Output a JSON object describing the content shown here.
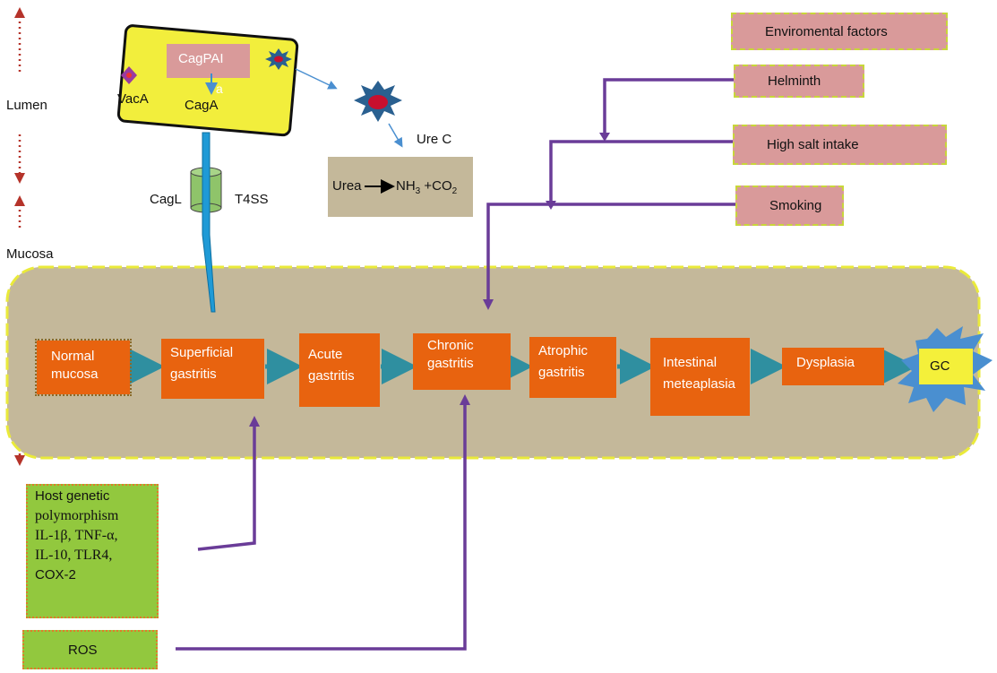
{
  "left_labels": {
    "lumen": "Lumen",
    "mucosa": "Mucosa"
  },
  "bacterium": {
    "cagpai": "CagPAI",
    "vaca": "VacA",
    "caga": "CagA",
    "small_mark": "a",
    "ure_c": "Ure C",
    "cagl": "CagL",
    "t4ss": "T4SS"
  },
  "urea": {
    "left": "Urea",
    "nh": "NH",
    "nh_sub": "3",
    "plus_co": "+CO",
    "co_sub": "2"
  },
  "env_factors": {
    "header": "Enviromental factors",
    "helminth": "Helminth",
    "salt": "High salt intake",
    "smoking": "Smoking"
  },
  "stages": [
    {
      "l1": "Normal",
      "l2": "mucosa"
    },
    {
      "l1": "Superficial",
      "l2": "gastritis"
    },
    {
      "l1": "Acute",
      "l2": "gastritis"
    },
    {
      "l1": "Chronic",
      "l2": "gastritis"
    },
    {
      "l1": "Atrophic",
      "l2": "gastritis"
    },
    {
      "l1": "Intestinal",
      "l2": "meteaplasia"
    },
    {
      "l1": "Dysplasia",
      "l2": ""
    }
  ],
  "gc": "GC",
  "host": {
    "line1": "Host genetic",
    "line2": "polymorphism",
    "line3": "IL-1β, TNF-α,",
    "line4": "IL-10, TLR4,",
    "line5": "COX-2"
  },
  "ros": "ROS",
  "colors": {
    "stage_box": "#e8630f",
    "mucosa_panel": "#c4b89a",
    "panel_border": "#eaea3a",
    "bacterium": "#f2ee3c",
    "env_box": "#d99a9a",
    "host_box": "#92c83e",
    "arrow_purple": "#6a3c98",
    "arrow_teal": "#3a8fa8",
    "gc_star": "#4a8fd0",
    "gc_box": "#f4f03a"
  }
}
